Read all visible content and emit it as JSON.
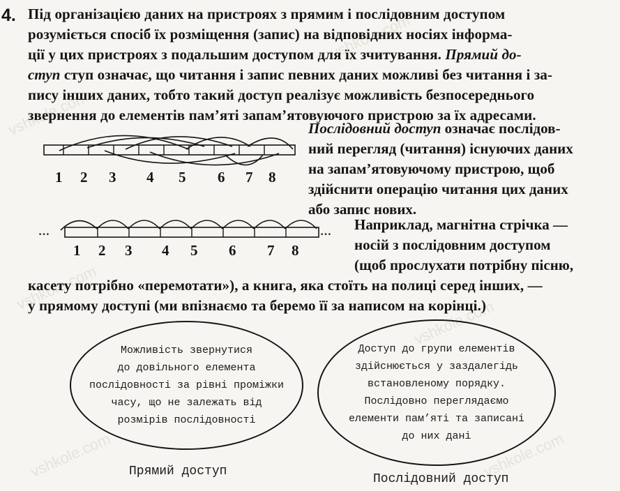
{
  "watermark": "vshkole.com",
  "item_number": "4.",
  "intro_lines": [
    "Під організацією даних на пристроях з прямим і послідовним доступом",
    "розуміється спосіб їх розміщення (запис) на відповідних носіях інформа-",
    "ції у цих пристроях з подальшим доступом для їх зчитування. ",
    "ступ означає, що читання і запис певних даних можливі без читання і за-",
    "пису інших даних, тобто такий доступ реалізує можливість безпосереднього",
    "звернення до елементів пам’яті запам’ятовуючого пристрою за їх адресами."
  ],
  "intro_italic_a": "Прямий до-",
  "intro_italic_b": "ступ",
  "sequential_term": "Послідовний доступ",
  "sequential_lines": [
    " означає послідов-",
    "ний перегляд (читання) існуючих даних",
    "на запам’ятовуючому пристрою, щоб",
    "здійснити операцію читання цих даних",
    "або запис нових."
  ],
  "example_lines": [
    "Наприклад, магнітна стрічка —",
    "носій з послідовним доступом",
    "(щоб прослухати потрібну пісню,"
  ],
  "bottom_lines": [
    "касету потрібно «перемотати»), а книга, яка стоїть на полиці серед інших, —",
    "у прямому доступі (ми впізнаємо та беремо її за написом на корінці.)"
  ],
  "diagram_direct_labels": [
    "1",
    "2",
    "3",
    "4",
    "5",
    "6",
    "7",
    "8"
  ],
  "diagram_sequential_labels": [
    "1",
    "2",
    "3",
    "4",
    "5",
    "6",
    "7",
    "8"
  ],
  "ellipse_left_lines": [
    "Можливість звернутися",
    "до довільного елемента",
    "послідовності за рівні проміжки",
    "часу, що не залежать від",
    "розмірів послідовності"
  ],
  "ellipse_right_lines": [
    "Доступ до групи елементів",
    "здійснюється у заздалегідь",
    "встановленому порядку.",
    "Послідовно переглядаємо",
    "елементи пам’яті та записані",
    "до них дані"
  ],
  "caption_left": "Прямий доступ",
  "caption_right": "Послідовний доступ"
}
